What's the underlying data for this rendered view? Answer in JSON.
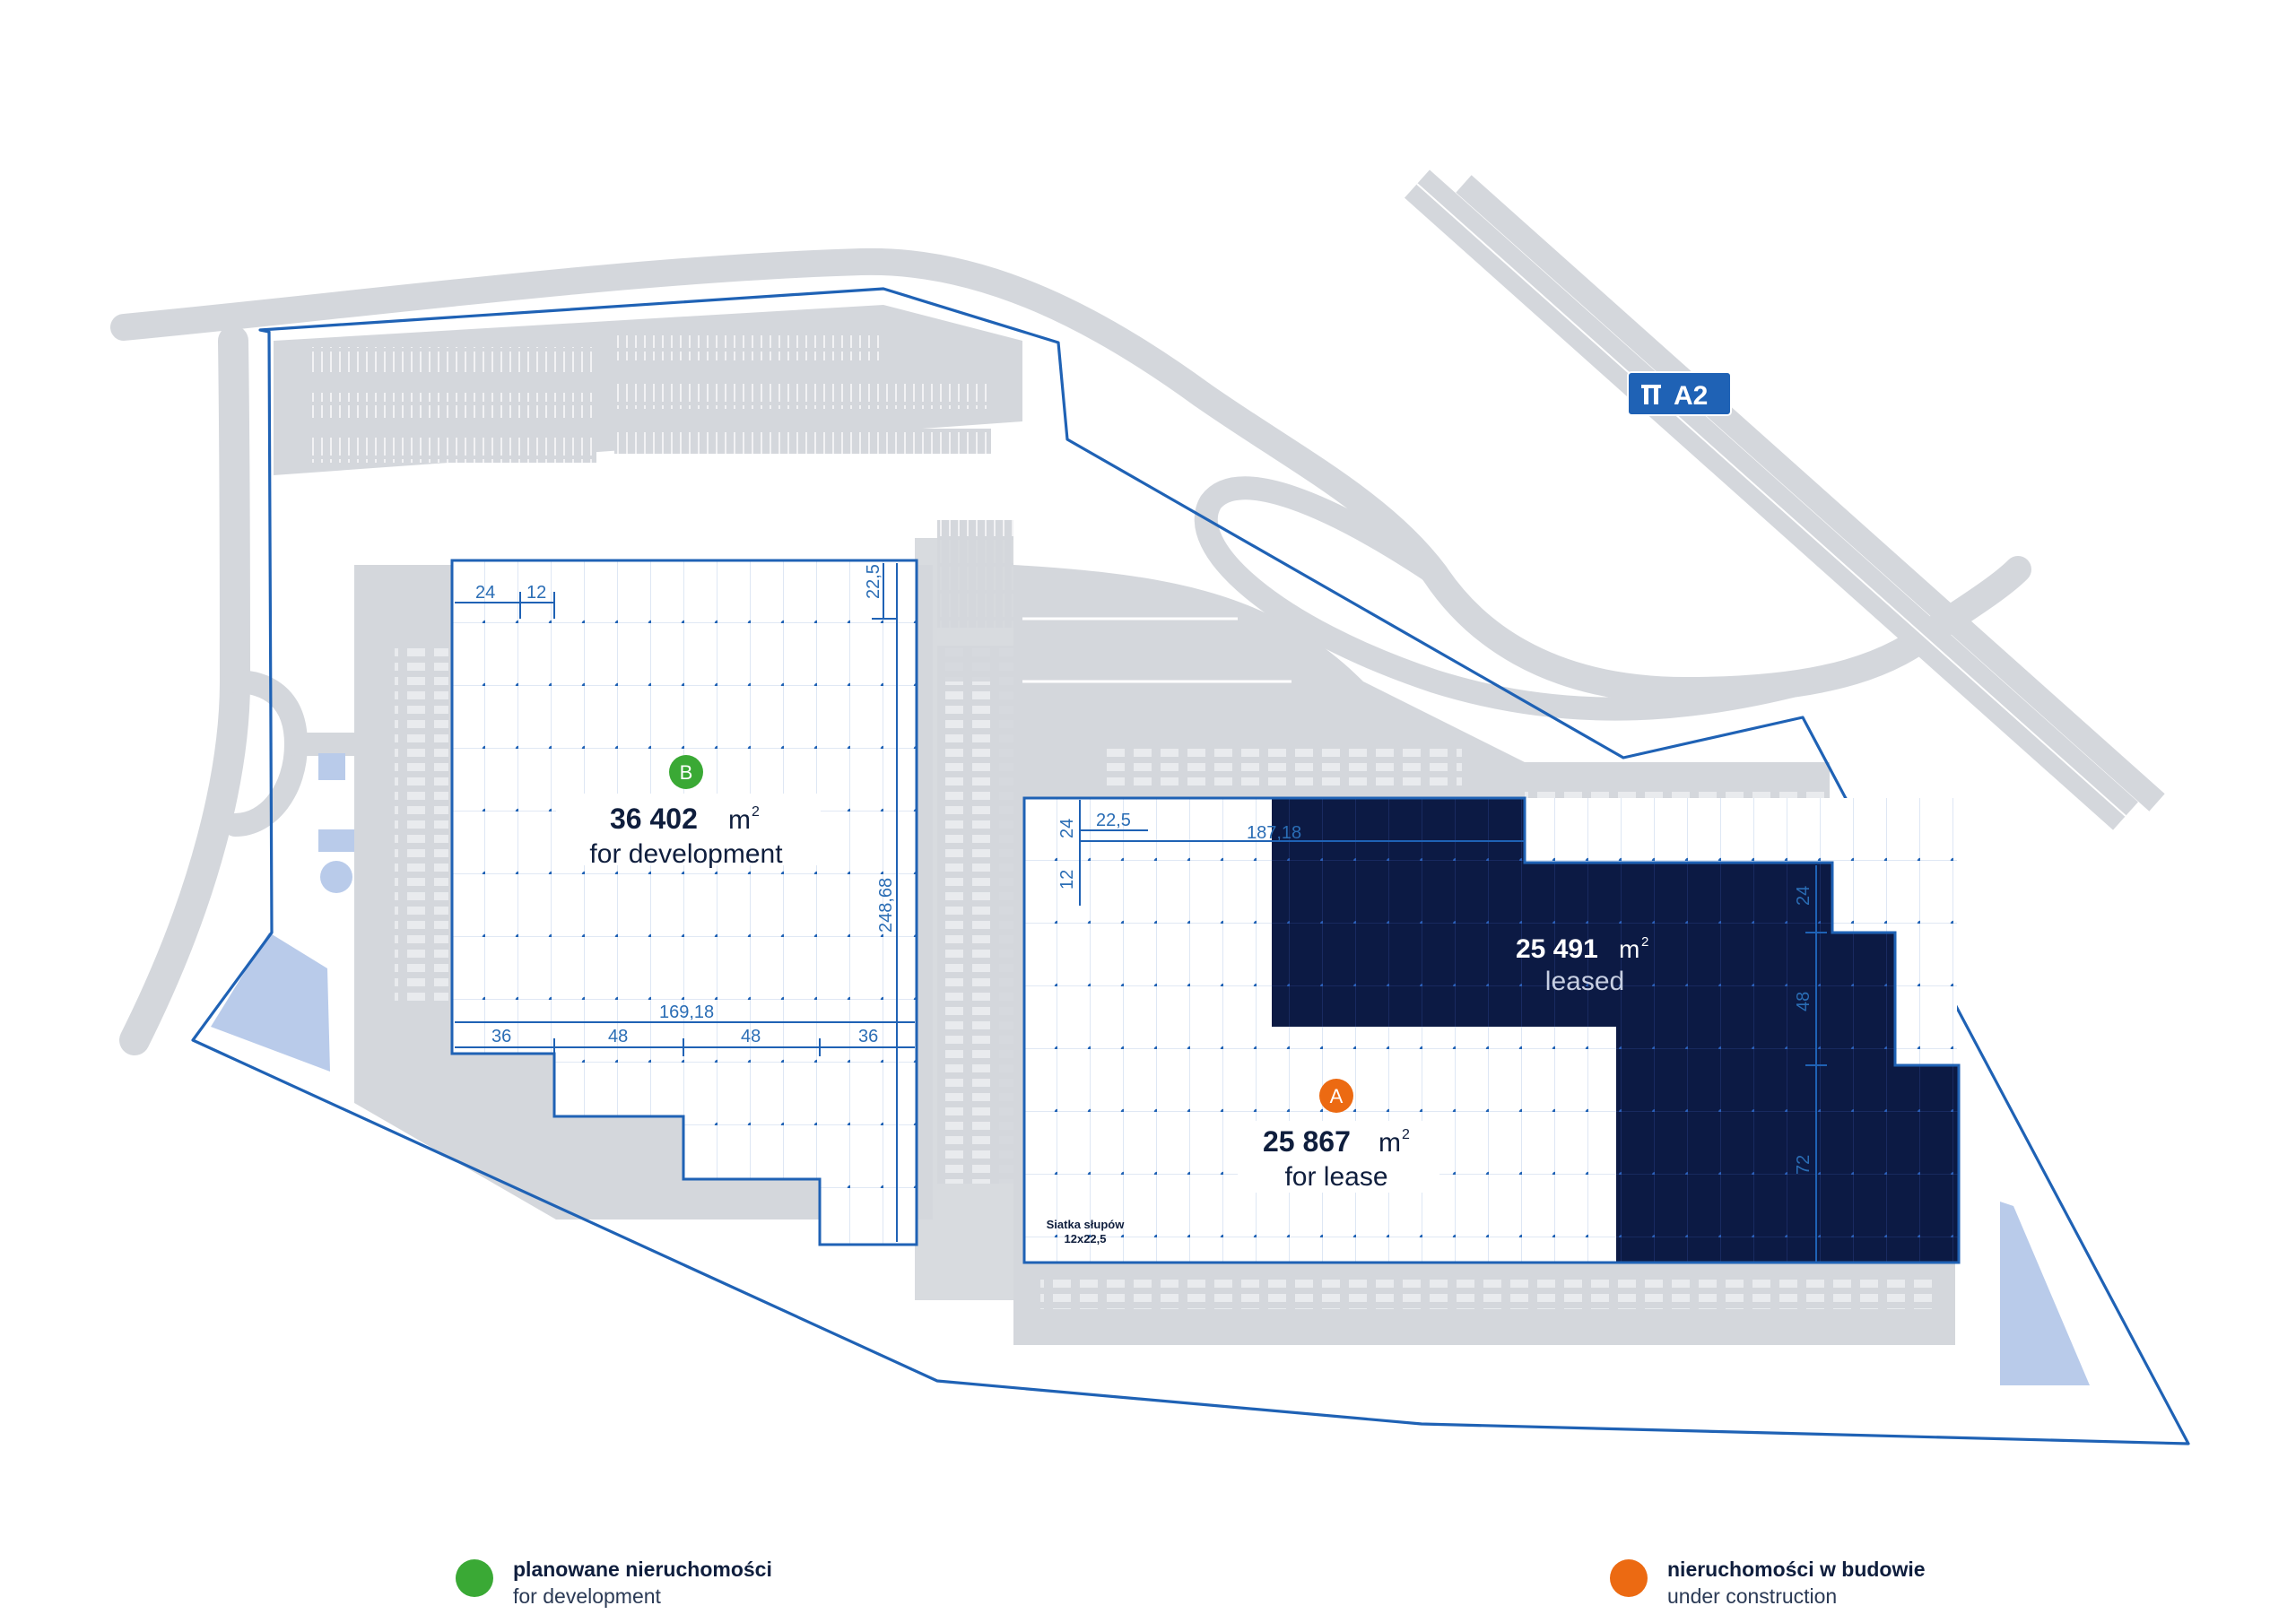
{
  "motorway": {
    "label": "A2"
  },
  "building_b": {
    "badge": "B",
    "area": "36 402",
    "unit": "m",
    "sup": "2",
    "status": "for development",
    "dims": {
      "bay1": "24",
      "bay2": "12",
      "depth1": "22,5",
      "height": "248,68",
      "width": "169,18",
      "seg1": "36",
      "seg2": "48",
      "seg3": "48",
      "seg4": "36"
    }
  },
  "building_a": {
    "badge": "A",
    "area": "25 867",
    "unit": "m",
    "sup": "2",
    "status": "for lease",
    "dims": {
      "bay": "22,5",
      "top": "24",
      "side": "12",
      "width": "187,18",
      "right1": "24",
      "right2": "48",
      "right3": "72"
    },
    "grid_note_line1": "Siatka słupów",
    "grid_note_line2": "12x22,5"
  },
  "leased": {
    "area": "25 491",
    "unit": "m",
    "sup": "2",
    "status": "leased"
  },
  "legend": [
    {
      "title": "planowane nieruchomości",
      "subtitle": "for development",
      "color": "#3aa935"
    },
    {
      "title": "nieruchomości w budowie",
      "subtitle": "under construction",
      "color": "#ec6a12"
    }
  ],
  "colors": {
    "road": "#d4d7dc",
    "outline": "#1f62b5",
    "leased": "#0c1a44",
    "pond": "#b9cbea",
    "badge_a": "#ec6a12",
    "badge_b": "#3aa935"
  }
}
